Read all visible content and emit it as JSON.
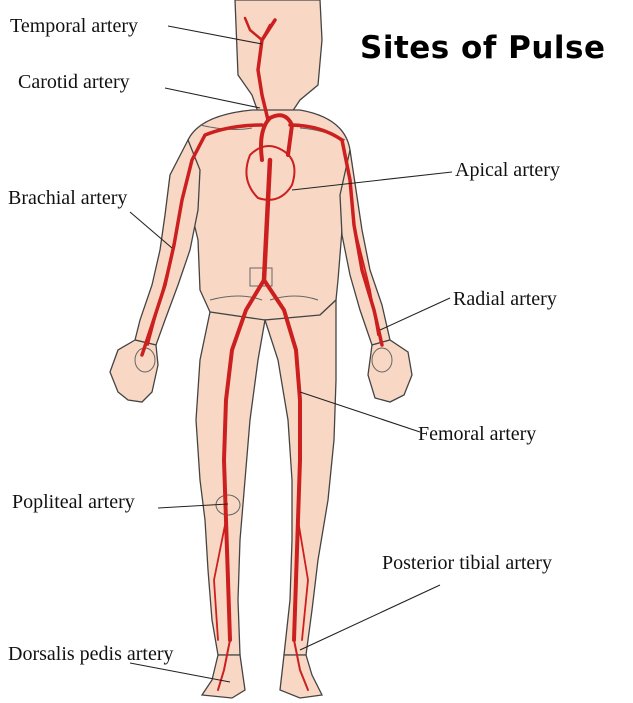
{
  "title": "Sites of Pulse",
  "labels": {
    "temporal": "Temporal artery",
    "carotid": "Carotid artery",
    "apical": "Apical artery",
    "brachial": "Brachial artery",
    "radial": "Radial artery",
    "femoral": "Femoral artery",
    "popliteal": "Popliteal artery",
    "posterior_tibial": "Posterior tibial artery",
    "dorsalis_pedis": "Dorsalis pedis artery"
  },
  "colors": {
    "skin": "#f8d8c4",
    "outline": "#444444",
    "artery": "#cc1f1f",
    "label_text": "#111111"
  }
}
